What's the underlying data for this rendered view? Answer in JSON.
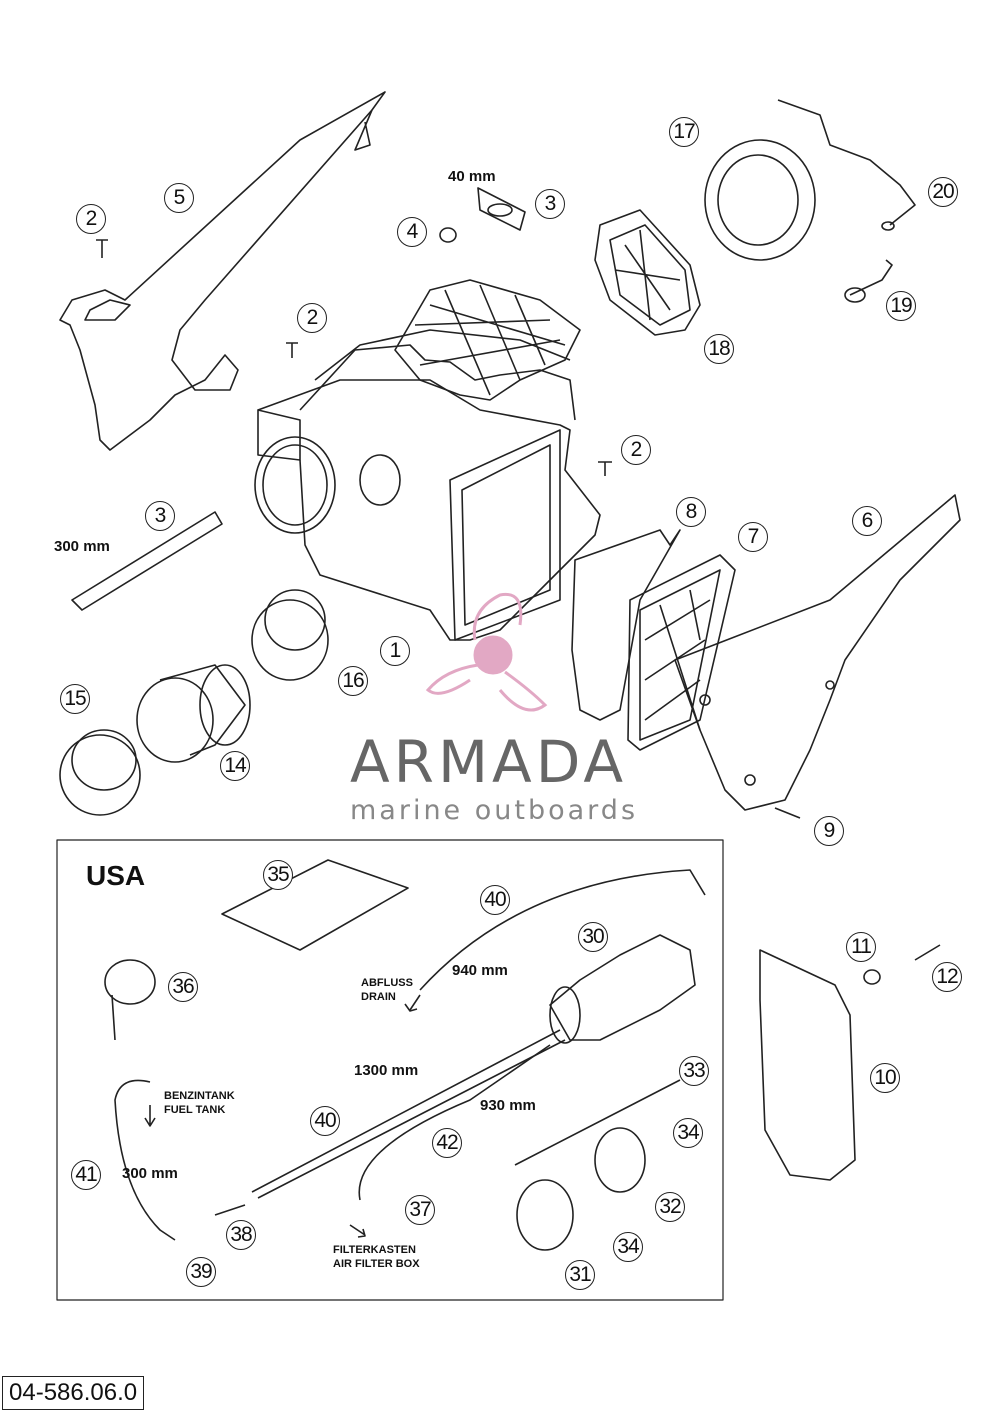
{
  "document": {
    "diagram_code": "04-586.06.0",
    "region_label": "USA"
  },
  "watermark": {
    "brand": "ARMADA",
    "tagline": "marine outboards",
    "logo_color": "#e2a8c4",
    "text_color": "#666666"
  },
  "callouts": [
    "1",
    "2",
    "2",
    "2",
    "3",
    "3",
    "4",
    "5",
    "6",
    "7",
    "8",
    "9",
    "10",
    "11",
    "12",
    "14",
    "15",
    "16",
    "17",
    "18",
    "19",
    "20",
    "30",
    "31",
    "32",
    "33",
    "34",
    "34",
    "35",
    "36",
    "37",
    "38",
    "39",
    "40",
    "40",
    "41",
    "42"
  ],
  "dimensions": {
    "d40": "40 mm",
    "d300a": "300 mm",
    "d940": "940 mm",
    "d1300": "1300 mm",
    "d930": "930 mm",
    "d300b": "300 mm"
  },
  "notes": {
    "drain_de": "ABFLUSS",
    "drain_en": "DRAIN",
    "fuel_de": "BENZINTANK",
    "fuel_en": "FUEL TANK",
    "box_de": "FILTERKASTEN",
    "box_en": "AIR FILTER BOX"
  }
}
